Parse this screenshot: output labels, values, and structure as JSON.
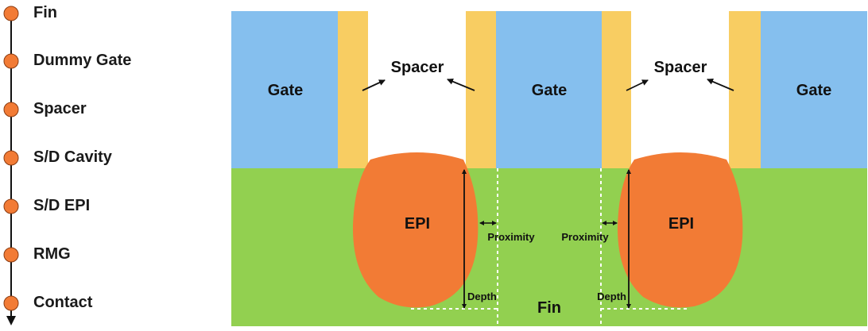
{
  "process_flow": {
    "steps": [
      "Fin",
      "Dummy Gate",
      "Spacer",
      "S/D Cavity",
      "S/D EPI",
      "RMG",
      "Contact"
    ]
  },
  "cross_section": {
    "gates": [
      "Gate",
      "Gate",
      "Gate"
    ],
    "spacer_labels": [
      "Spacer",
      "Spacer"
    ],
    "epi_labels": [
      "EPI",
      "EPI"
    ],
    "fin_label": "Fin",
    "proximity_labels": [
      "Proximity",
      "Proximity"
    ],
    "depth_labels": [
      "Depth",
      "Depth"
    ]
  },
  "colors": {
    "gate": "#85bfee",
    "spacer": "#f8cd62",
    "fin": "#92d050",
    "epi": "#f27b35",
    "flow_node": "#f27b35",
    "text": "#111111"
  }
}
